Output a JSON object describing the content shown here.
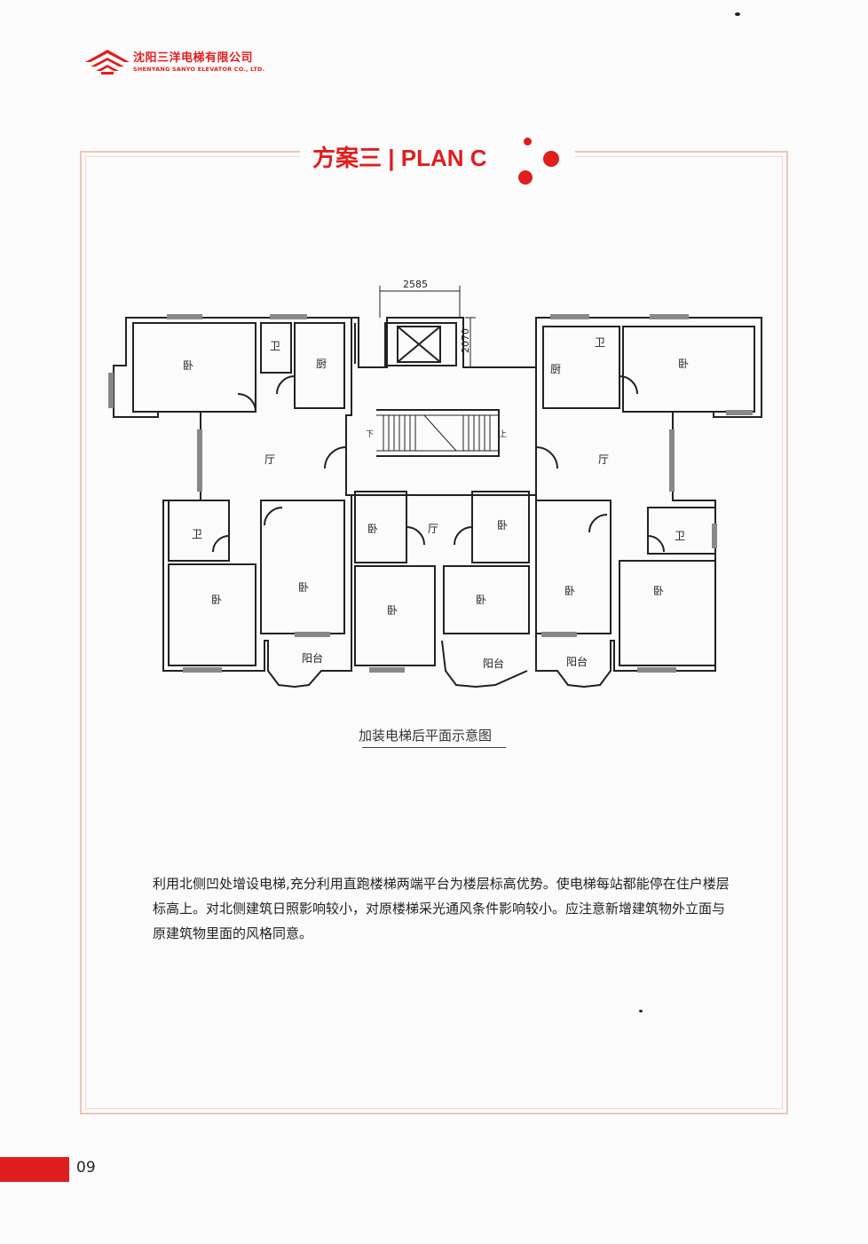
{
  "brand": {
    "name_cn": "沈阳三洋电梯有限公司",
    "name_en": "SHENYANG SANYO ELEVATOR CO., LTD.",
    "color": "#e01e1e"
  },
  "section_title": "方案三 | PLAN C",
  "plan": {
    "dim_width": "2585",
    "dim_depth": "2070",
    "room_bedroom": "卧",
    "room_kitchen": "厨",
    "room_bath": "卫",
    "room_living": "厅",
    "room_balcony": "阳台",
    "stair_down": "下",
    "stair_up": "上"
  },
  "caption": "加装电梯后平面示意图",
  "description": "利用北侧凹处增设电梯,充分利用直跑楼梯两端平台为楼层标高优势。使电梯每站都能停在住户楼层标高上。对北侧建筑日照影响较小，对原楼梯采光通风条件影响较小。应注意新增建筑物外立面与原建筑物里面的风格同意。",
  "page_number": "09"
}
